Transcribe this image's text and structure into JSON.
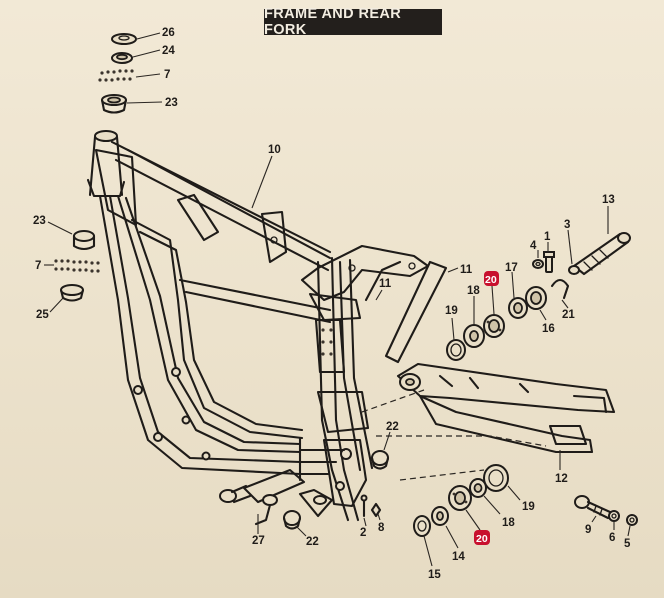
{
  "title": "FRAME AND REAR FORK",
  "highlight_color": "#c8102e",
  "callouts": {
    "c26": "26",
    "c24": "24",
    "c7_top": "7",
    "c23_top": "23",
    "c10": "10",
    "c23_left": "23",
    "c7_left": "7",
    "c25": "25",
    "c13": "13",
    "c3": "3",
    "c4": "4",
    "c1": "1",
    "c17": "17",
    "c11_a": "11",
    "c11_b": "11",
    "c18_top": "18",
    "c19_top": "19",
    "c20_top": "20",
    "c16": "16",
    "c21": "21",
    "c22_right": "22",
    "c12": "12",
    "c19_bottom": "19",
    "c18_bottom": "18",
    "c20_bottom": "20",
    "c14": "14",
    "c15": "15",
    "c2": "2",
    "c8": "8",
    "c27": "27",
    "c22_bottom": "22",
    "c9": "9",
    "c6": "6",
    "c5": "5"
  }
}
